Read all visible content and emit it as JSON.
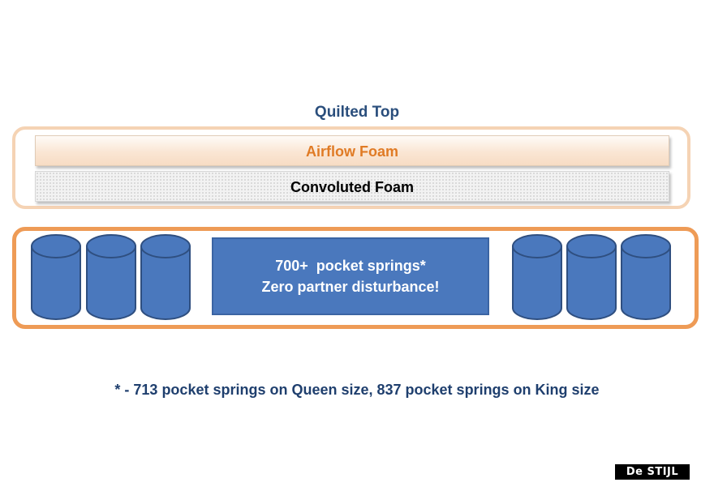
{
  "diagram": {
    "quilted_top": "Quilted Top",
    "airflow_foam": "Airflow Foam",
    "convoluted_foam": "Convoluted Foam",
    "springs_line1": "700+  pocket springs*",
    "springs_line2": "Zero partner disturbance!",
    "footnote": "* - 713 pocket springs on Queen size, 837 pocket springs on King size"
  },
  "logo": {
    "text": "De STIJL"
  },
  "colors": {
    "title_text": "#2a4e7c",
    "airflow_text": "#e07b25",
    "convoluted_text": "#000000",
    "top_frame_border": "#f5d3b4",
    "spring_frame_border": "#ee9b56",
    "spring_fill": "#4a78bd",
    "spring_outline": "#2f4f80",
    "footnote_text": "#1f3f6e"
  },
  "icons": {
    "spring": "cylinder-shape"
  }
}
